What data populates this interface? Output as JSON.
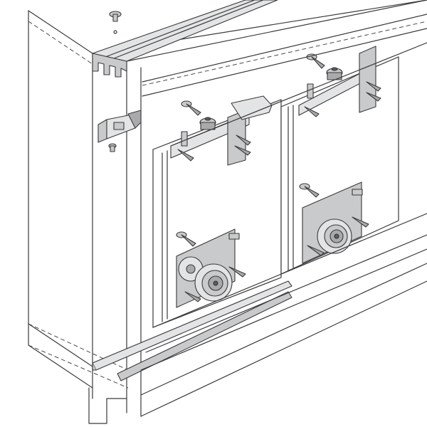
{
  "figure": {
    "colors": {
      "line": "#3a3a3a",
      "metal": "#c9cacb",
      "metal_dark": "#a9aaab",
      "metal_light": "#e3e4e5",
      "background": "#ffffff"
    },
    "components": [
      "top-track",
      "top-guide-clip",
      "door-left",
      "door-right",
      "top-guide-bracket-left",
      "top-guide-bracket-right",
      "bottom-roller-left",
      "bottom-roller-right",
      "bottom-rail",
      "door-stop",
      "screws"
    ]
  }
}
